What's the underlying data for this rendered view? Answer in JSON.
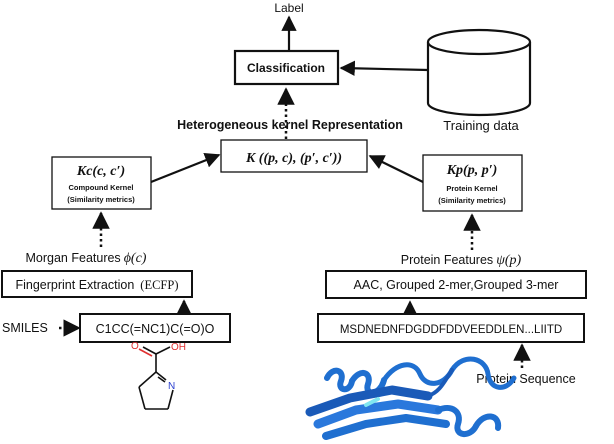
{
  "label_top": "Label",
  "classification": "Classification",
  "training_data": "Training data",
  "heterogeneous_title": "Heterogeneous kernel Representation",
  "hetero_kernel": "K ((p, c), (p′, c′))",
  "compound_kernel": {
    "formula": "Kc(c, c′)",
    "name": "Compound Kernel",
    "subtitle": "(Similarity metrics)"
  },
  "protein_kernel": {
    "formula": "Kp(p, p′)",
    "name": "Protein Kernel",
    "subtitle": "(Similarity metrics)"
  },
  "morgan_features": "Morgan Features",
  "morgan_symbol": "ϕ(c)",
  "protein_features": "Protein Features",
  "protein_symbol": "ψ(p)",
  "fingerprint": "Fingerprint Extraction",
  "fingerprint_abbr": "(ECFP)",
  "aac_features": "AAC, Grouped 2-mer,Grouped 3-mer",
  "smiles_label": "SMILES",
  "smiles_value": "C1CC(=NC1)C(=O)O",
  "sequence_value": "MSDNEDNFDGDDFDDVEEDDLEN...LIITD",
  "protein_sequence_label": "Protein Sequence",
  "molecule_atoms": {
    "oxygen": "O",
    "hydroxyl": "OH",
    "nitrogen": "N"
  },
  "colors": {
    "protein_blue": "#1f6fd0",
    "oxygen_red": "#e03030",
    "nitrogen_blue": "#2a3fd0"
  }
}
